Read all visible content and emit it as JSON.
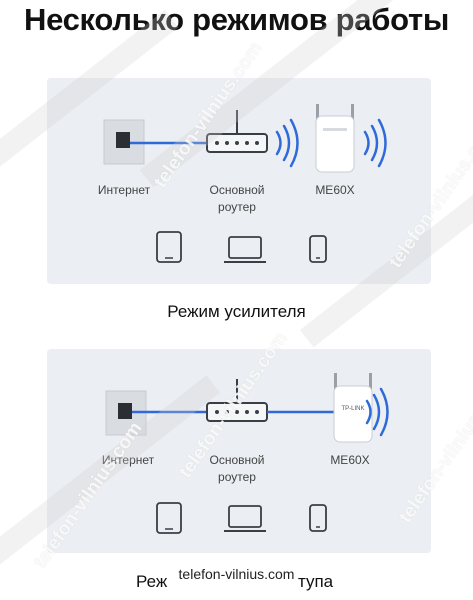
{
  "headline": "Несколько режимов работы",
  "panel1": {
    "internet_label": "Интернет",
    "router_label": "Основной\nроутер",
    "device_label": "ME60X",
    "mode_label": "Режим усилителя"
  },
  "panel2": {
    "internet_label": "Интернет",
    "router_label": "Основной\nроутер",
    "device_label": "ME60X",
    "mode_label_start": "Реж",
    "mode_label_end": "тупа",
    "device_front_text": "TP-LINK"
  },
  "watermark": {
    "text": "telefon-vilnius.com",
    "caption": "telefon-vilnius.com"
  },
  "colors": {
    "cable": "#2f6bd8",
    "wifi": "#2f6bd8",
    "outline": "#3a3f47",
    "panel": "#ebeef2"
  }
}
